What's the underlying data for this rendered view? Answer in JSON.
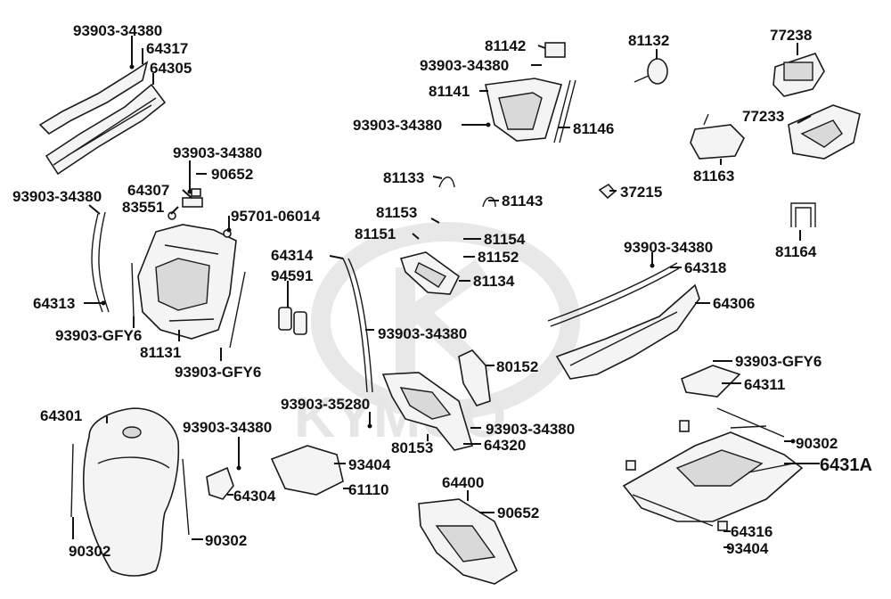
{
  "watermark": "KYMCO",
  "colors": {
    "ink": "#111111",
    "paper": "#ffffff",
    "watermark": "#e4e4e4",
    "part_fill": "#f4f4f4"
  },
  "labels": {
    "l01": "93903-34380",
    "l02": "64317",
    "l03": "64305",
    "l04": "93903-34380",
    "l05": "90652",
    "l06": "64307",
    "l07": "83551",
    "l08": "95701-06014",
    "l09": "93903-34380",
    "l10": "64313",
    "l11": "93903-GFY6",
    "l12": "81131",
    "l13": "93903-GFY6",
    "l14": "64314",
    "l15": "94591",
    "l16": "93903-34380",
    "l17": "81142",
    "l18": "93903-34380",
    "l19": "81141",
    "l20": "93903-34380",
    "l21": "81146",
    "l22": "81132",
    "l23": "77238",
    "l24": "77233",
    "l25": "81163",
    "l26": "37215",
    "l27": "81133",
    "l28": "81143",
    "l29": "81153",
    "l30": "81151",
    "l31": "81154",
    "l32": "81152",
    "l33": "81134",
    "l34": "81164",
    "l35": "93903-34380",
    "l36": "64318",
    "l37": "64306",
    "l38": "80152",
    "l39": "93903-GFY6",
    "l40": "64311",
    "l41": "93903-35280",
    "l42": "93903-34380",
    "l43": "80153",
    "l44": "64320",
    "l45": "64301",
    "l46": "93903-34380",
    "l47": "93404",
    "l48": "61110",
    "l49": "64304",
    "l50": "90302",
    "l51": "90302",
    "l52": "64400",
    "l53": "90652",
    "l54": "90302",
    "l55": "6431A",
    "l56": "64316",
    "l57": "93404"
  }
}
